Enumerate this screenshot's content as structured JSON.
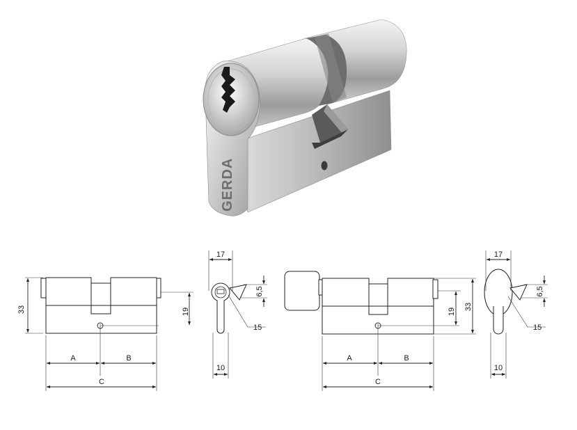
{
  "brand": "GERDA",
  "colors": {
    "metal_light": "#e8e8e8",
    "metal_dark": "#8a8a8a",
    "line": "#222222"
  },
  "drawing_left": {
    "dim_height": "33",
    "dim_pin": "19",
    "dim_a": "A",
    "dim_b": "B",
    "dim_c": "C"
  },
  "side_left": {
    "dim_width": "17",
    "dim_cam": "6,5",
    "dim_radius": "15",
    "dim_bottom": "10"
  },
  "drawing_right": {
    "dim_pin": "19",
    "dim_height": "33",
    "dim_a": "A",
    "dim_b": "B",
    "dim_c": "C"
  },
  "side_right": {
    "dim_width": "17",
    "dim_cam": "6,5",
    "dim_radius": "15",
    "dim_bottom": "10"
  }
}
